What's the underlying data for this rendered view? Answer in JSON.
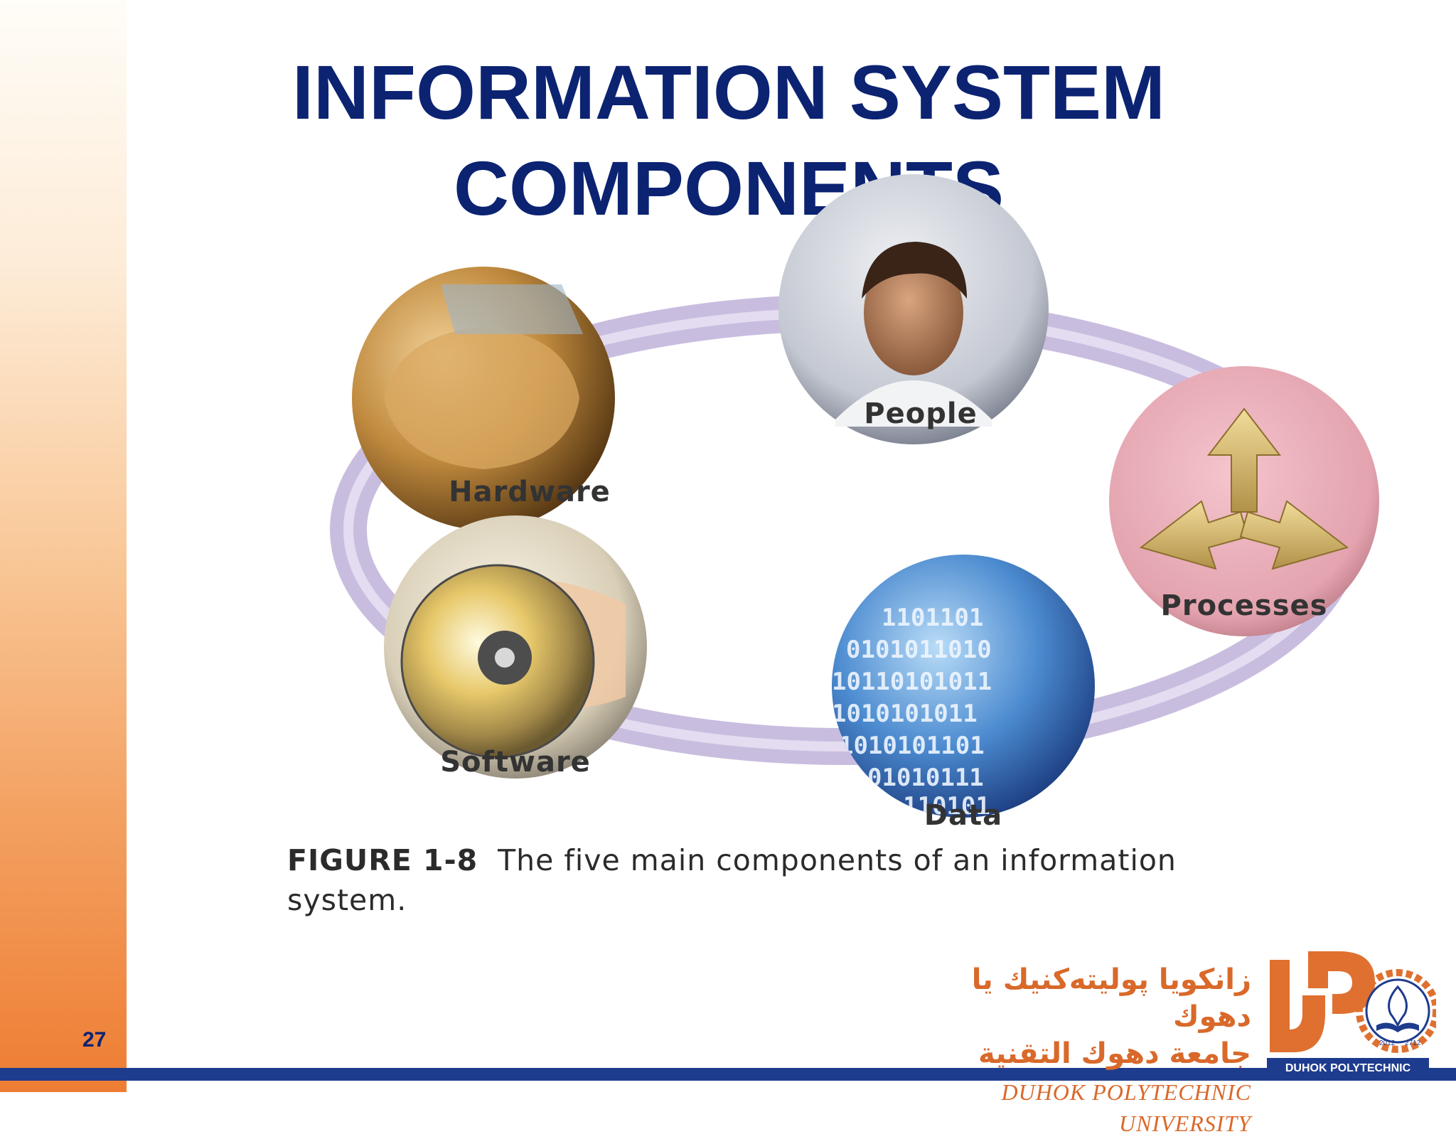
{
  "slide": {
    "title_line1": "INFORMATION SYSTEM",
    "title_line2": "COMPONENTS",
    "page_number": "27"
  },
  "diagram": {
    "nodes": [
      {
        "label": "People",
        "icon": "person-photo-icon"
      },
      {
        "label": "Processes",
        "icon": "process-arrows-icon"
      },
      {
        "label": "Data",
        "icon": "binary-data-icon"
      },
      {
        "label": "Software",
        "icon": "cd-disc-icon"
      },
      {
        "label": "Hardware",
        "icon": "computer-mouse-icon"
      }
    ],
    "data_digits": [
      "1101101",
      "0101011010",
      "10110101011",
      "1010101011",
      "1010101101",
      "01010111",
      "110101"
    ]
  },
  "caption": {
    "figure": "FIGURE 1-8",
    "text": "The five main components of an information system."
  },
  "logo": {
    "arabic_line1": "زانكويا پوليتەكنيك يا دهوك",
    "arabic_line2": "جامعة دهوك التقنية",
    "english": "DUHOK POLYTECHNIC UNIVERSITY",
    "badge": "DUHOK POLYTECHNIC UNIVERSITY",
    "years": [
      "2012",
      "2712"
    ]
  },
  "colors": {
    "title": "#0c2372",
    "ring": "#c9bddf",
    "accent_orange": "#ee7d33",
    "logo_orange": "#d9692a",
    "bar_blue": "#1e3c8e"
  }
}
